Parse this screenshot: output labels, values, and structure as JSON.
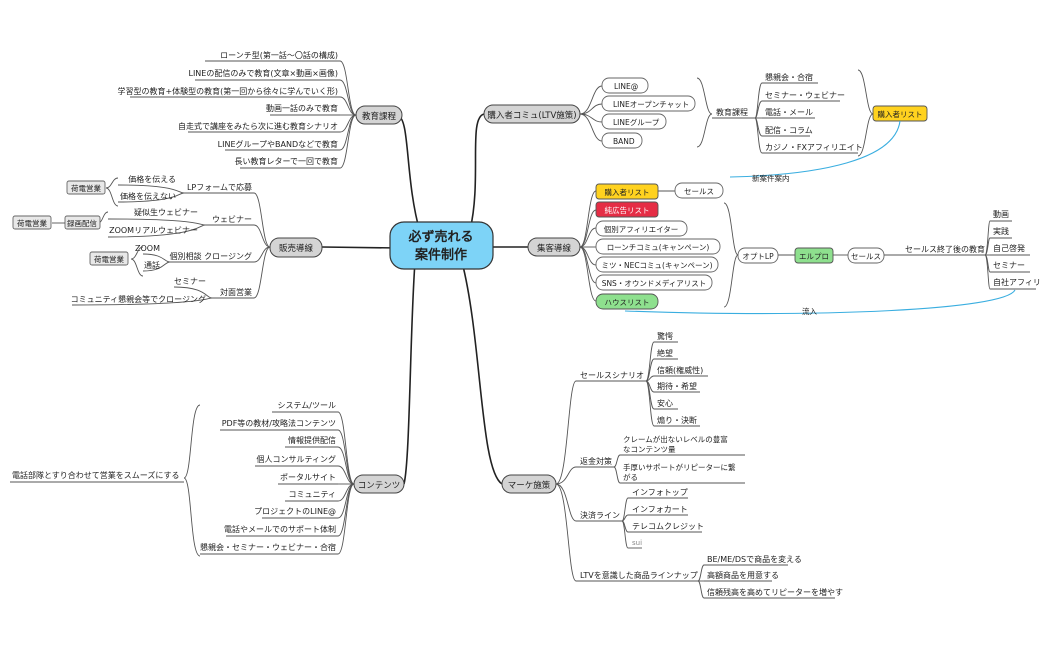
{
  "center": {
    "line1": "必ず売れる",
    "line2": "案件制作"
  },
  "education": {
    "label": "教育課程",
    "items": [
      "ローンチ型(第一話〜〇話の構成)",
      "LINEの配信のみで教育(文章×動画×画像)",
      "学習型の教育+体験型の教育(第一回から徐々に学んでいく形)",
      "動画一話のみで教育",
      "自走式で講座をみたら次に進む教育シナリオ",
      "LINEグループやBANDなどで教育",
      "長い教育レターで一回で教育"
    ]
  },
  "sales": {
    "label": "販売導線",
    "lp": "LPフォームで応募",
    "lp_children": [
      "価格を伝える",
      "価格を伝えない"
    ],
    "lp_tag": "荷電営業",
    "webinar": "ウェビナー",
    "webinar_children": [
      "疑似生ウェビナー",
      "ZOOMリアルウェビナー"
    ],
    "tag_denwa": "荷電営業",
    "tag_rokuga": "録画配信",
    "kobetsu": "個別相談 クロージング",
    "kobetsu_children": [
      "ZOOM",
      "通話"
    ],
    "kobetsu_tag": "荷電営業",
    "taimen": "対面営業",
    "taimen_children": [
      "セミナー",
      "コミュニティ懇親会等でクロージング"
    ]
  },
  "contents": {
    "label": "コンテンツ",
    "items": [
      "システム/ツール",
      "PDF等の教材/攻略法コンテンツ",
      "情報提供配信",
      "個人コンサルティング",
      "ポータルサイト",
      "コミュニティ",
      "プロジェクトのLINE@",
      "電話やメールでのサポート体制",
      "懇親会・セミナー・ウェビナー・合宿"
    ],
    "side": "電話部隊とすり合わせて営業をスムーズにする"
  },
  "buyer": {
    "label": "購入者コミュ(LTV施策)",
    "channels": [
      "LINE@",
      "LINEオープンチャット",
      "LINEグループ",
      "BAND"
    ],
    "edu": "教育課程",
    "edu_items": [
      "懇親会・合宿",
      "セミナー・ウェビナー",
      "電話・メール",
      "配信・コラム",
      "カジノ・FXアフィリエイト"
    ],
    "list": "購入者リスト",
    "new_case": "新案件案内"
  },
  "acquire": {
    "label": "集客導線",
    "lists": [
      "購入者リスト",
      "純広告リスト",
      "個別アフィリエイター",
      "ローンチコミュ(キャンペーン)",
      "ミツ・NECコミュ(キャンペーン)",
      "SNS・オウンドメディアリスト",
      "ハウスリスト"
    ],
    "sales": "セールス",
    "optin": "オプトLP",
    "elupro": "エルプロ",
    "sales2": "セールス",
    "after": "セールス終了後の教育",
    "after_items": [
      "動画",
      "実践",
      "自己啓発",
      "セミナー",
      "自社アフィリ"
    ],
    "inflow": "流入"
  },
  "marketing": {
    "label": "マーケ施策",
    "scenario": "セールスシナリオ",
    "scenario_items": [
      "驚愕",
      "絶望",
      "信頼(権威性)",
      "期待・希望",
      "安心",
      "煽り・決断"
    ],
    "refund": "返金対策",
    "refund_items": [
      [
        "クレームが出ないレベルの豊富",
        "なコンテンツ量"
      ],
      [
        "手厚いサポートがリピーターに繋",
        "がる"
      ]
    ],
    "settle": "決済ライン",
    "settle_items": [
      "インフォトップ",
      "インフォカート",
      "テレコムクレジット",
      "sui"
    ],
    "ltv": "LTVを意識した商品ラインナップ",
    "ltv_items": [
      "BE/ME/DSで商品を変える",
      "高額商品を用意する",
      "信頼残高を高めてリピーターを増やす"
    ]
  },
  "colors": {
    "center": "#7dd3f7",
    "pill": "#d4d4d4",
    "yellow": "#ffd21f",
    "red": "#e52d45",
    "green": "#8ee08e",
    "blue_line": "#3aaee0"
  }
}
